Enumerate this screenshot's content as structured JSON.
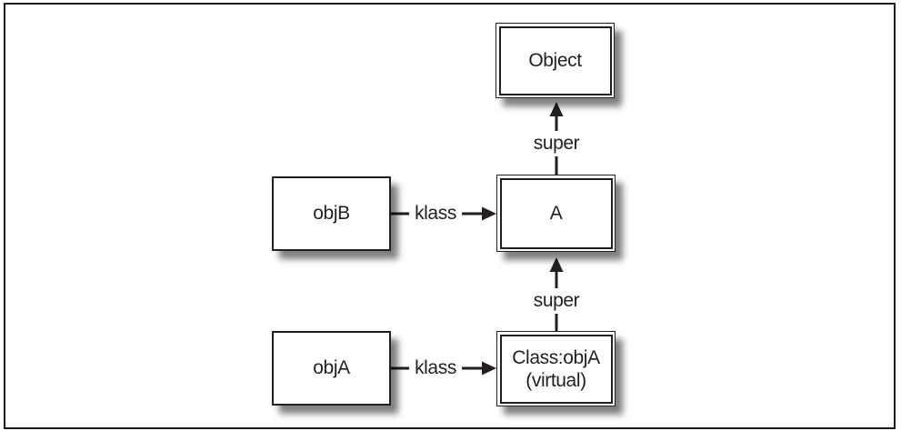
{
  "diagram": {
    "nodes": {
      "object": {
        "label": "Object"
      },
      "a": {
        "label": "A"
      },
      "class_obja": {
        "label_line1": "Class:objA",
        "label_line2": "(virtual)"
      },
      "objb": {
        "label": "objB"
      },
      "obja": {
        "label": "objA"
      }
    },
    "edges": {
      "super_a_to_object": {
        "label": "super"
      },
      "super_classobja_to_a": {
        "label": "super"
      },
      "klass_objb_to_a": {
        "label": "klass"
      },
      "klass_obja_to_classobja": {
        "label": "klass"
      }
    },
    "colors": {
      "line": "#231f20",
      "node_fill": "#ffffff",
      "shadow": "#8c8c8c",
      "background": "#ffffff"
    }
  }
}
